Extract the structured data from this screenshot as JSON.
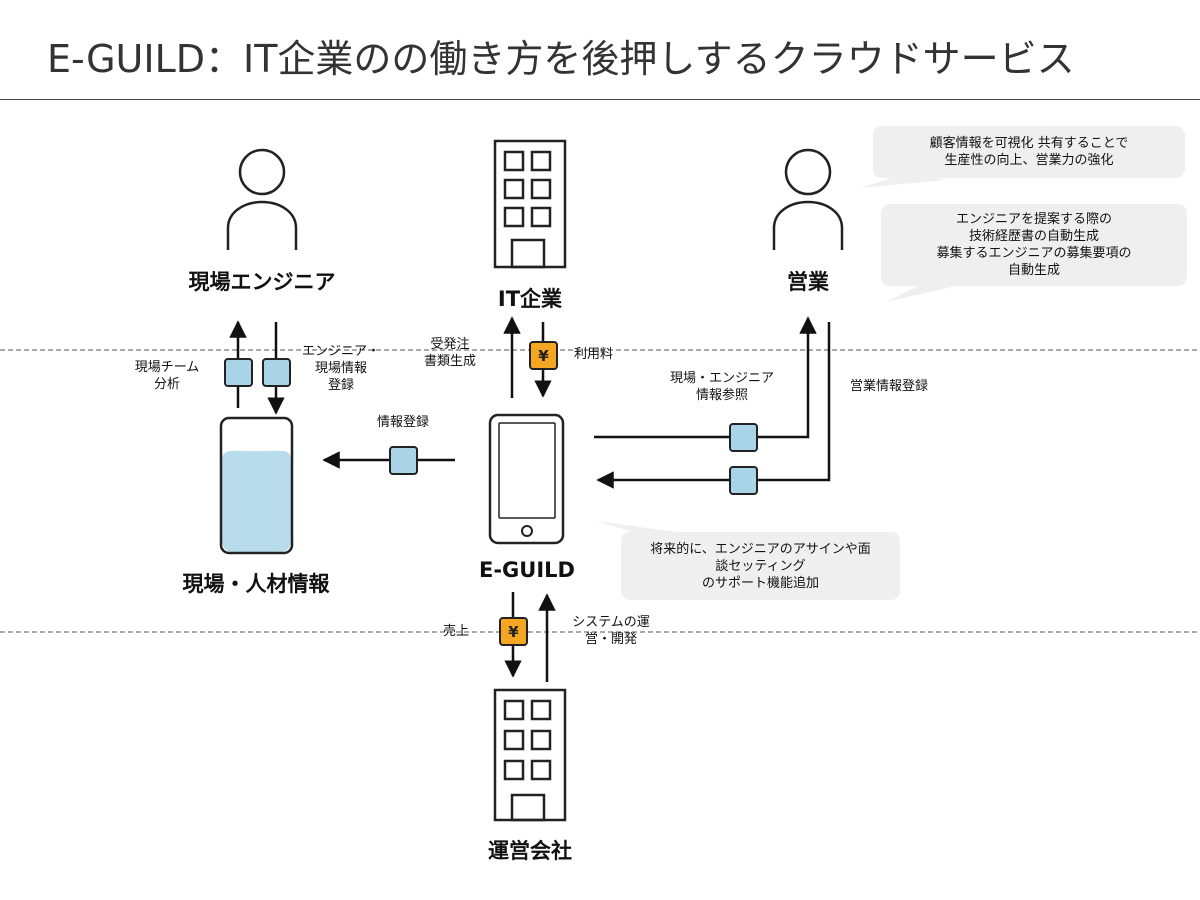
{
  "title": "E-GUILD：IT企業のの働き方を後押しするクラウドサービス",
  "nodes": {
    "engineer": "現場エンジニア",
    "it_company": "IT企業",
    "sales": "営業",
    "database": "現場・人材情報",
    "eguild": "E-GUILD",
    "operator": "運営会社"
  },
  "flows": {
    "team_analysis": [
      "現場チーム",
      "分析"
    ],
    "engineer_register": [
      "エンジニア・",
      "現場情報",
      "登録"
    ],
    "info_register": "情報登録",
    "order_docs": [
      "受発注",
      "書類生成"
    ],
    "usage_fee": "利用料",
    "site_engineer_ref": [
      "現場・エンジニア",
      "情報参照"
    ],
    "sales_register": "営業情報登録",
    "revenue": "売上",
    "system_ops": [
      "システムの運",
      "営・開発"
    ]
  },
  "bubbles": {
    "sales_visualize": [
      "顧客情報を可視化 共有することで",
      "生産性の向上、営業力の強化"
    ],
    "sales_autogen": [
      "エンジニアを提案する際の",
      "技術経歴書の自動生成",
      "募集するエンジニアの募集要項の",
      "自動生成"
    ],
    "future": [
      "将来的に、エンジニアのアサインや面",
      "談セッティング",
      "のサポート機能追加"
    ]
  },
  "yen_symbol": "¥",
  "colors": {
    "data_box": "#a9d4e8",
    "yen_box": "#f5a623",
    "db_fill": "#b9dcec",
    "bubble": "#efefef",
    "line": "#111111"
  }
}
